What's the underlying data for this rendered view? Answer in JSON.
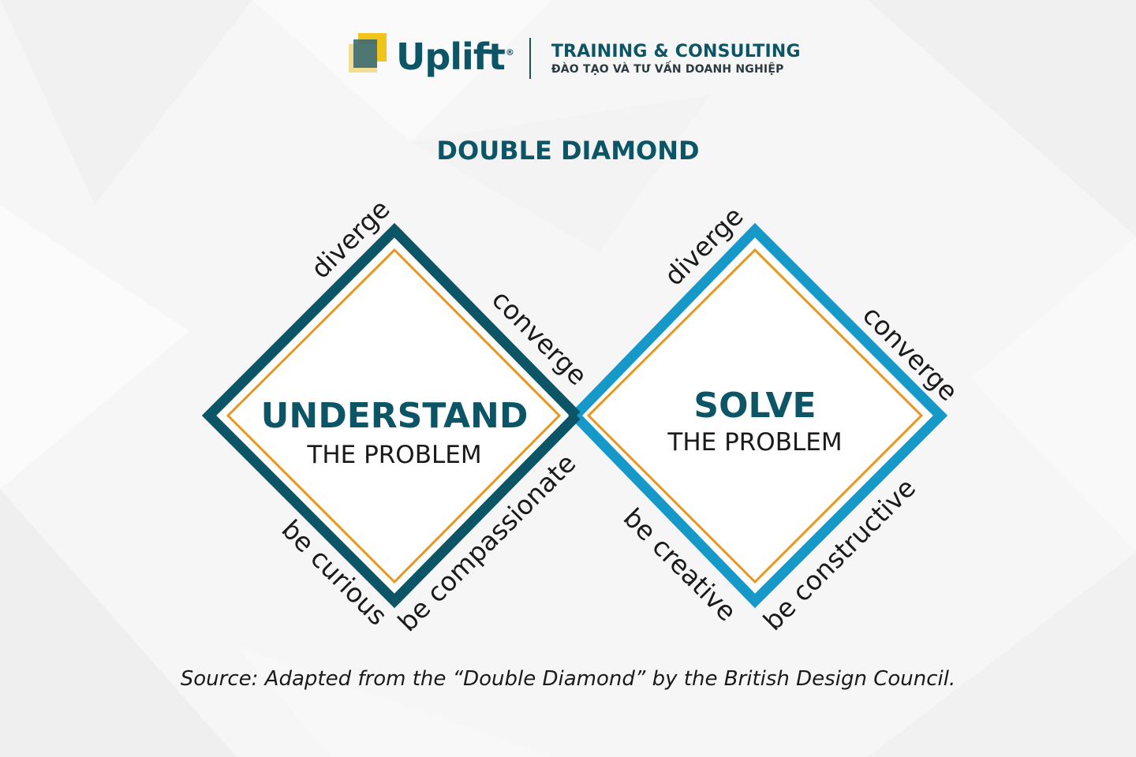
{
  "header": {
    "brand": "Uplift",
    "registered": "®",
    "tagline_en": "TRAINING & CONSULTING",
    "tagline_vi": "ĐÀO TẠO VÀ TƯ VẤN DOANH NGHIỆP"
  },
  "title": "DOUBLE DIAMOND",
  "diamonds": [
    {
      "main": "UNDERSTAND",
      "sub": "THE PROBLEM",
      "labels": {
        "top_left": "diverge",
        "top_right": "converge",
        "bottom_left": "be curious",
        "bottom_right": "be compassionate"
      },
      "color": "#0c5566"
    },
    {
      "main": "SOLVE",
      "sub": "THE PROBLEM",
      "labels": {
        "top_left": "diverge",
        "top_right": "converge",
        "bottom_left": "be creative",
        "bottom_right": "be constructive"
      },
      "color": "#1698c8"
    }
  ],
  "colors": {
    "inner_outline": "#e8961e",
    "accent_gold": "#f0c419"
  },
  "source": "Source: Adapted from the “Double Diamond” by the British Design Council."
}
